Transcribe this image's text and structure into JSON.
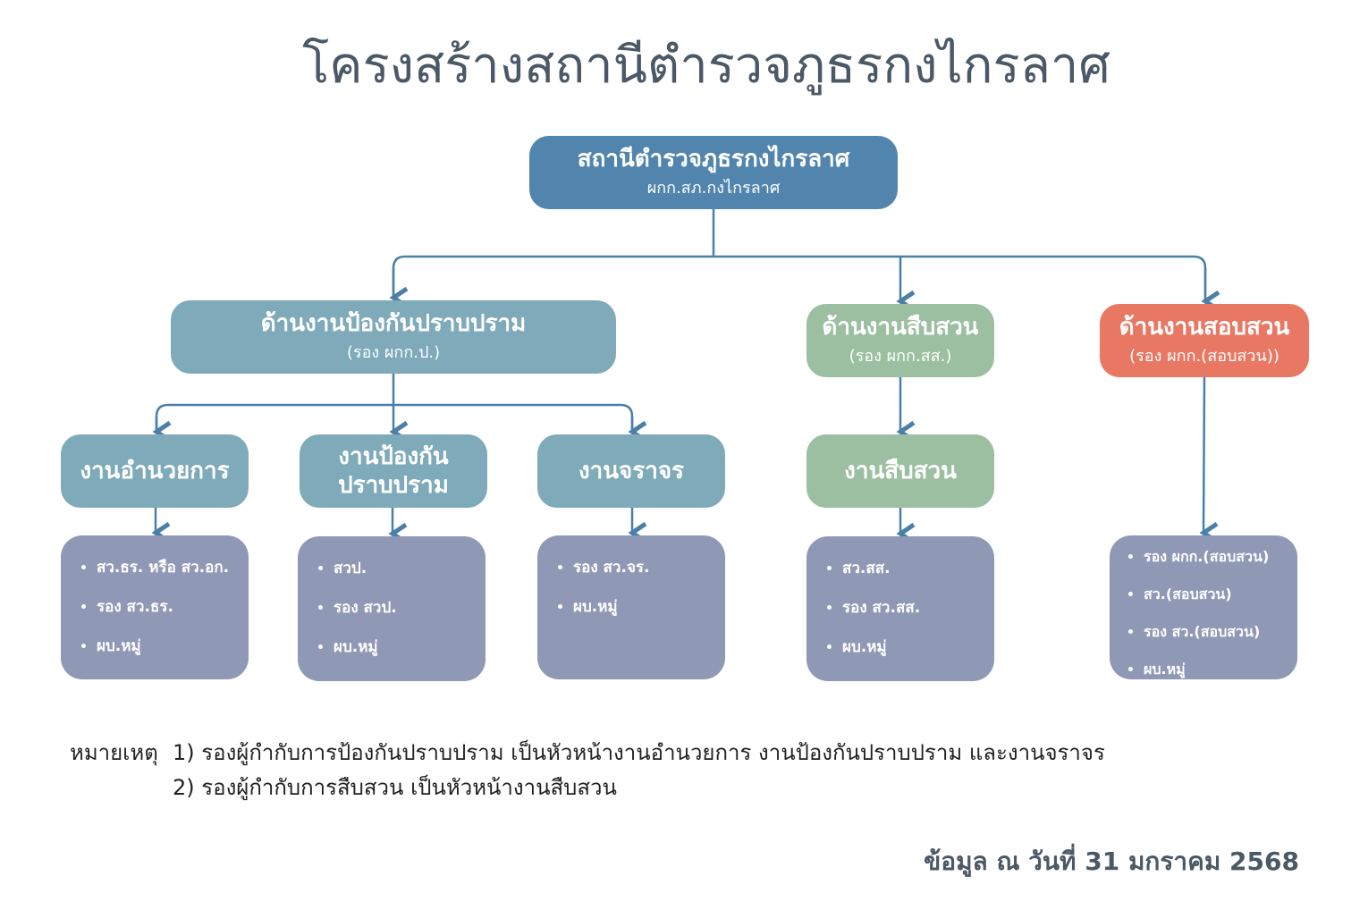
{
  "title": "โครงสร้างสถานีตำรวจภูธรกงไกรลาศ",
  "top": {
    "name": "สถานีตำรวจภูธรกงไกรลาศ",
    "sub": "ผกก.สภ.กงไกรลาศ"
  },
  "divisions": [
    {
      "name": "ด้านงานป้องกันปราบปราม",
      "sub": "(รอง ผกก.ป.)"
    },
    {
      "name": "ด้านงานสืบสวน",
      "sub": "(รอง ผกก.สส.)"
    },
    {
      "name": "ด้านงานสอบสวน",
      "sub": "(รอง ผกก.(สอบสวน))"
    }
  ],
  "units": [
    "งานอำนวยการ",
    "งานป้องกันปราบปราม",
    "งานจราจร",
    "งานสืบสวน"
  ],
  "lists": [
    [
      "สว.ธร. หรือ สว.อก.",
      "รอง สว.ธร.",
      "ผบ.หมู่"
    ],
    [
      "สวป.",
      "รอง สวป.",
      "ผบ.หมู่"
    ],
    [
      "รอง สว.จร.",
      "ผบ.หมู่"
    ],
    [
      "สว.สส.",
      "รอง สว.สส.",
      "ผบ.หมู่"
    ],
    [
      "รอง ผกก.(สอบสวน)",
      "สว.(สอบสวน)",
      "รอง สว.(สอบสวน)",
      "ผบ.หมู่"
    ]
  ],
  "notes": {
    "label": "หมายเหตุ",
    "items": [
      "1) รองผู้กำกับการป้องกันปราบปราม เป็นหัวหน้างานอำนวยการ งานป้องกันปราบปราม และงานจราจร",
      "2) รองผู้กำกับการสืบสวน เป็นหัวหน้างานสืบสวน"
    ]
  },
  "date": "ข้อมูล ณ วันที่ 31 มกราคม 2568",
  "colors": {
    "top": "#5185ad",
    "prevention": "#7eaab9",
    "investigation": "#9bbfa0",
    "interrogation": "#e87864",
    "list": "#8f98b5",
    "line": "#4a7fa8"
  }
}
